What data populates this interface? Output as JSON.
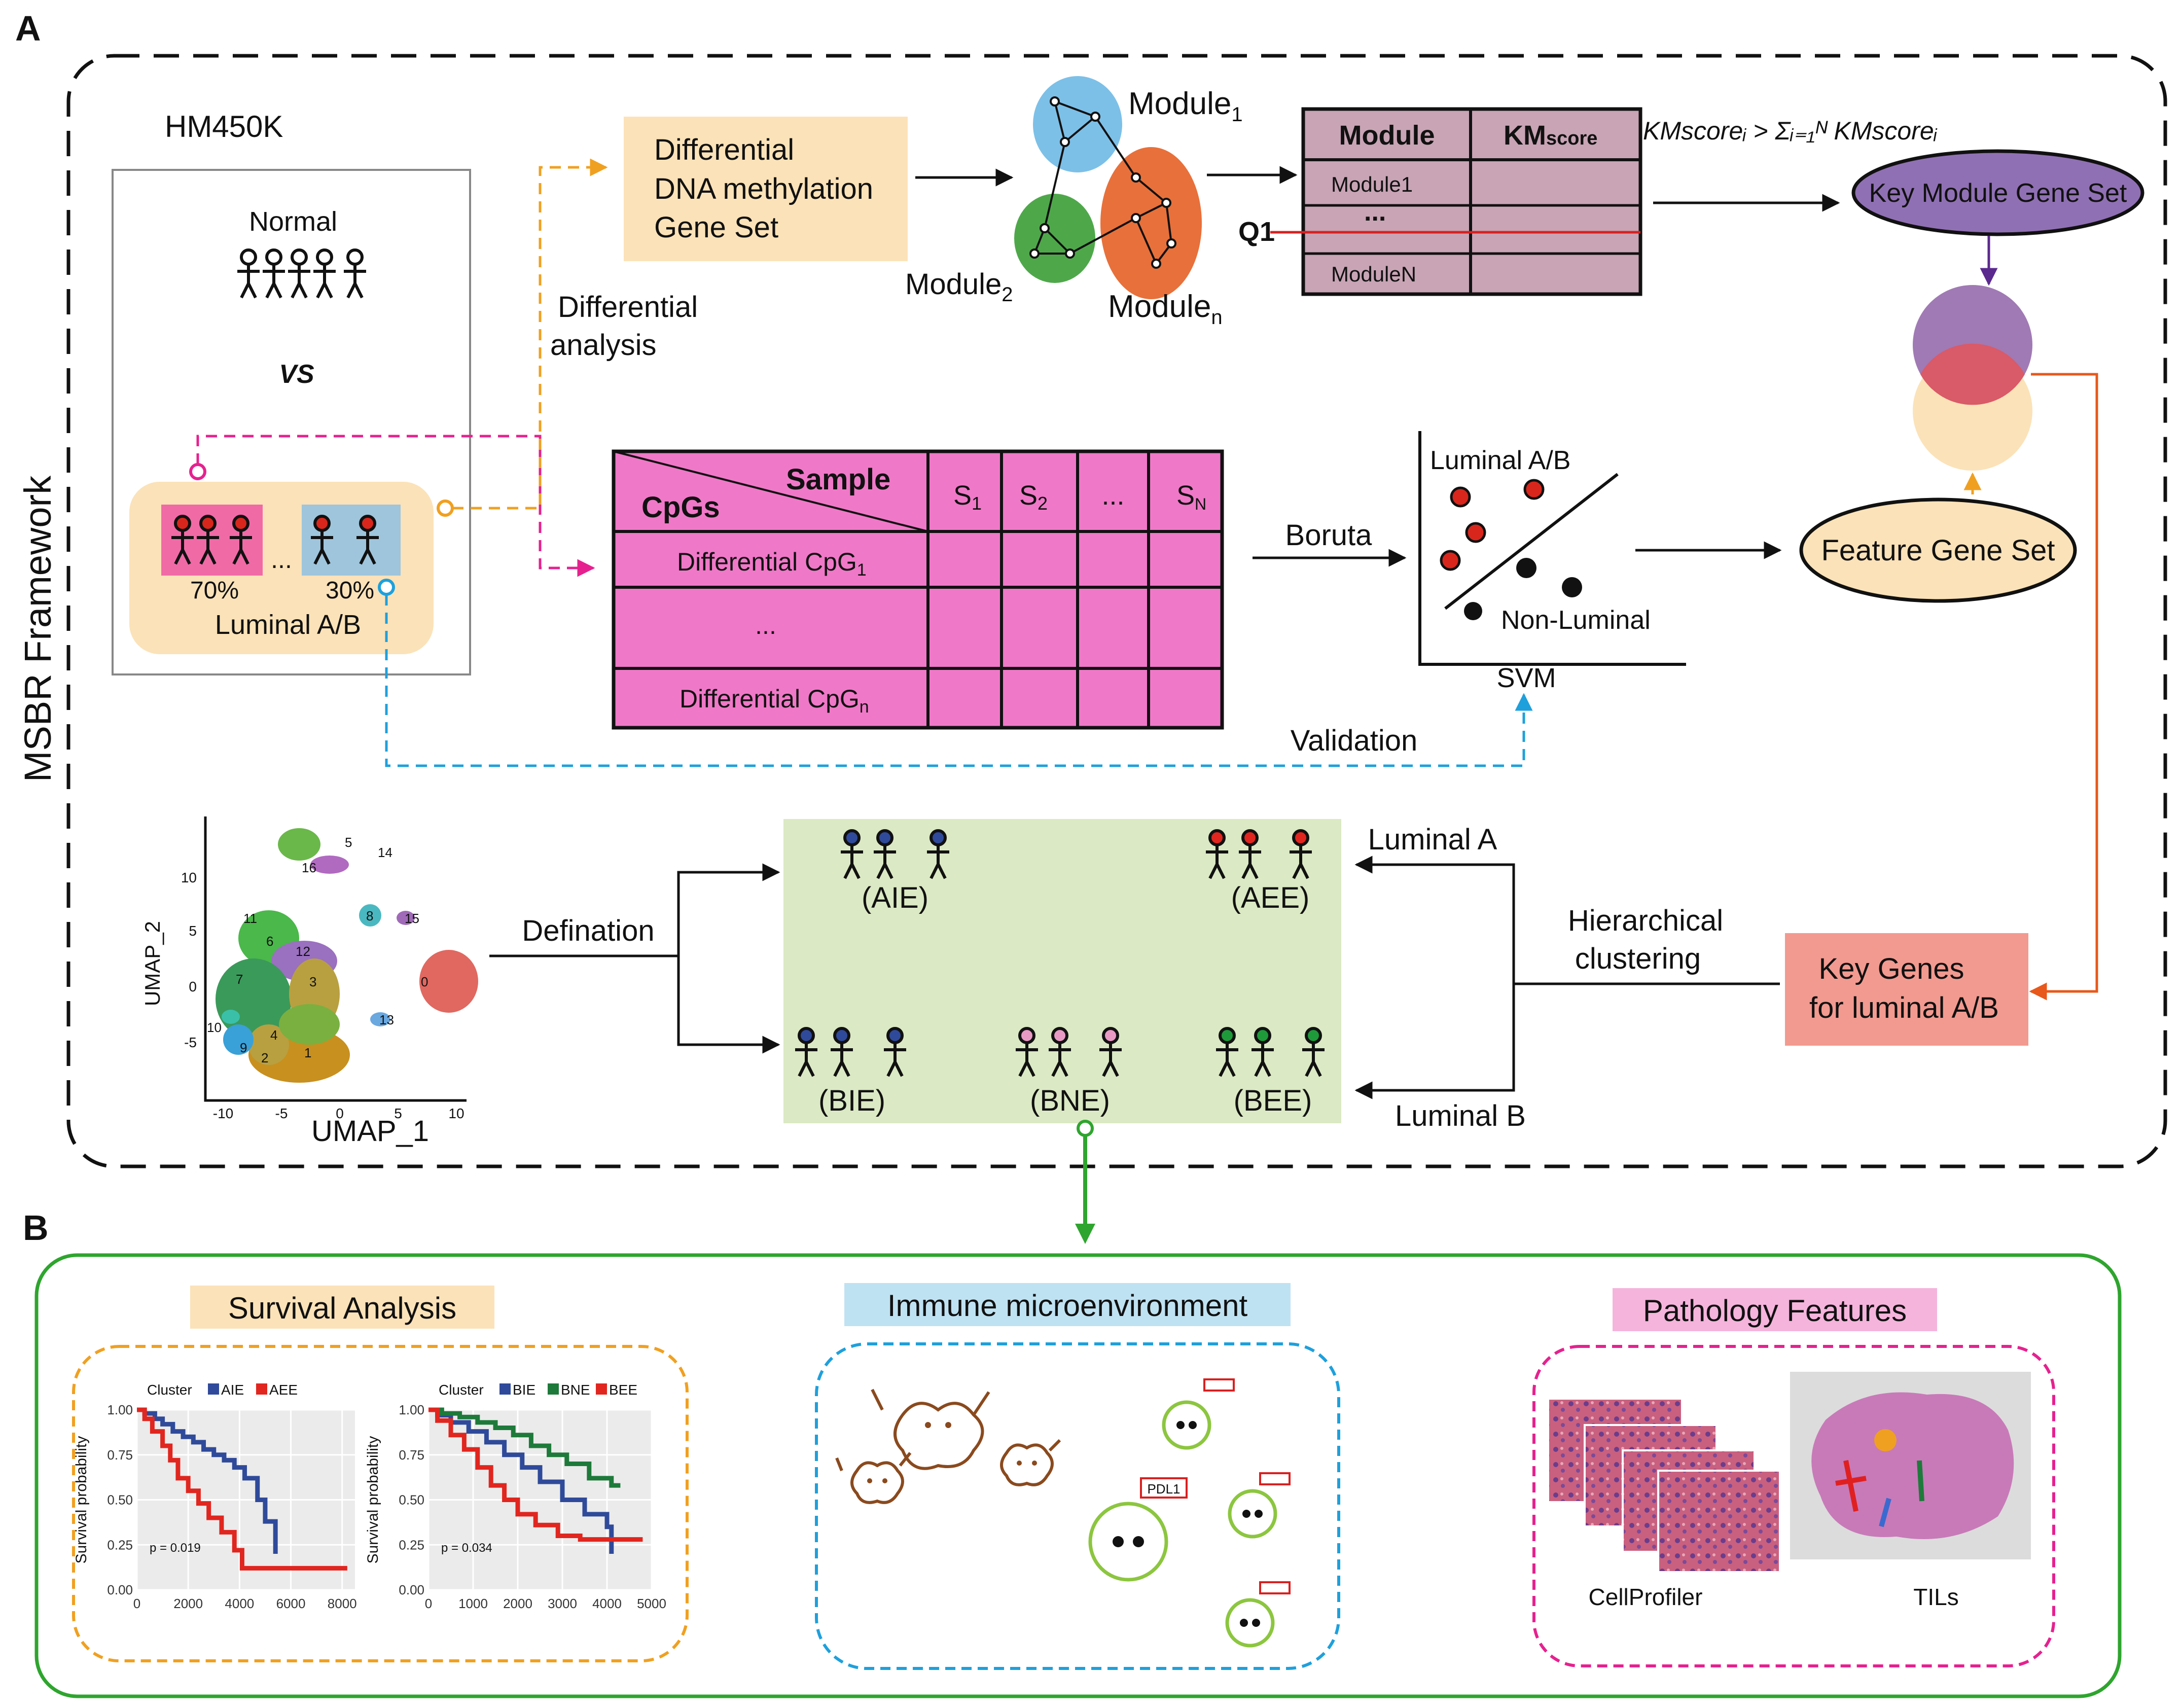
{
  "panel_a": {
    "letter": "A",
    "framework_label": "MSBR Framework",
    "hm450k": "HM450K",
    "normal": "Normal",
    "vs": "VS",
    "luminal_ab": "Luminal A/B",
    "pct70": "70%",
    "pct30": "30%",
    "ellipsis": "...",
    "diff_analysis_1": "Differential",
    "diff_analysis_2": "analysis",
    "dmg_1": "Differential",
    "dmg_2": "DNA methylation",
    "dmg_3": "Gene Set",
    "module1_main": "Module",
    "module1_sub": "1",
    "module2_main": "Module",
    "module2_sub": "2",
    "modulen_main": "Module",
    "modulen_sub": "n",
    "table_module_header": "Module",
    "table_kms_main": "KM",
    "table_kms_sub": "score",
    "table_row1": "Module1",
    "table_row_dots": "...",
    "table_rown": "ModuleN",
    "q1": "Q1",
    "formula": "KMscoreᵢ > Σᵢ₌₁ᴺ KMscoreᵢ",
    "key_module_gene_set": "Key Module Gene Set",
    "cpg_sample": "Sample",
    "cpg_cpgs": "CpGs",
    "s1_main": "S",
    "s1_sub": "1",
    "s2_main": "S",
    "s2_sub": "2",
    "s_dots": "...",
    "sn_main": "S",
    "sn_sub": "N",
    "diff_cpg1_main": "Differential CpG",
    "diff_cpg1_sub": "1",
    "diff_cpg_dots": "...",
    "diff_cpgn_main": "Differential CpG",
    "diff_cpgn_sub": "n",
    "boruta": "Boruta",
    "svm_luminal": "Luminal A/B",
    "svm_nonluminal": "Non-Luminal",
    "svm": "SVM",
    "validation": "Validation",
    "feature_gene_set": "Feature Gene Set",
    "key_genes_1": "Key Genes",
    "key_genes_2": "for luminal A/B",
    "hier_1": "Hierarchical",
    "hier_2": "clustering",
    "luminal_a": "Luminal A",
    "luminal_b": "Luminal B",
    "defination": "Defination",
    "aie": "(AIE)",
    "aee": "(AEE)",
    "bie": "(BIE)",
    "bne": "(BNE)",
    "bee": "(BEE)",
    "umap_x": "UMAP_1",
    "umap_y": "UMAP_2",
    "umap_yticks": [
      "10",
      "5",
      "0",
      "-5"
    ],
    "umap_xticks": [
      "-10",
      "-5",
      "0",
      "5",
      "10"
    ],
    "umap_clusters": [
      "5",
      "14",
      "16",
      "11",
      "8",
      "15",
      "6",
      "12",
      "7",
      "3",
      "0",
      "9",
      "13",
      "10",
      "4",
      "2",
      "1"
    ]
  },
  "panel_b": {
    "letter": "B",
    "survival_title": "Survival Analysis",
    "immune_title": "Immune microenvironment",
    "pathology_title": "Pathology Features",
    "cellprofiler": "CellProfiler",
    "tils": "TILs",
    "pdl1": "PDL1"
  },
  "colors": {
    "aie_blue": "#2f4a9a",
    "aee_red": "#e0261f",
    "bne_green": "#1e7a3a",
    "magenta": "#e6218f",
    "orange": "#f0a020",
    "cyan": "#1ea0dc",
    "pink_table": "#f078c8",
    "green_box": "#dbe9c4",
    "key_genes_box": "#f29a90",
    "peach": "#fbe2b8",
    "purple_ellipse": "#a07ab4"
  },
  "chart_data": [
    {
      "type": "line",
      "legend_title": "Cluster",
      "series": [
        {
          "name": "AIE",
          "color": "#2f4a9a",
          "x": [
            0,
            300,
            700,
            1000,
            1400,
            1800,
            2200,
            2600,
            3000,
            3400,
            3800,
            4200,
            4700,
            5000,
            5400
          ],
          "y": [
            1.0,
            0.98,
            0.95,
            0.92,
            0.88,
            0.85,
            0.82,
            0.78,
            0.75,
            0.72,
            0.68,
            0.62,
            0.5,
            0.38,
            0.2
          ]
        },
        {
          "name": "AEE",
          "color": "#e0261f",
          "x": [
            0,
            300,
            600,
            1000,
            1300,
            1600,
            2000,
            2400,
            2800,
            3300,
            3800,
            4100,
            4300,
            8200
          ],
          "y": [
            1.0,
            0.95,
            0.88,
            0.8,
            0.72,
            0.62,
            0.55,
            0.48,
            0.4,
            0.32,
            0.22,
            0.12,
            0.12,
            0.12
          ]
        }
      ],
      "xlim": [
        0,
        8500
      ],
      "ylim": [
        0,
        1
      ],
      "xticks": [
        0,
        2000,
        4000,
        6000,
        8000
      ],
      "yticks": [
        0.0,
        0.25,
        0.5,
        0.75,
        1.0
      ],
      "ytick_labels": [
        "0.00",
        "0.25",
        "0.50",
        "0.75",
        "1.00"
      ],
      "ylabel": "Survival probability",
      "annotation": "p = 0.019"
    },
    {
      "type": "line",
      "legend_title": "Cluster",
      "series": [
        {
          "name": "BIE",
          "color": "#2f4a9a",
          "x": [
            0,
            200,
            500,
            900,
            1300,
            1700,
            2100,
            2500,
            3000,
            3500,
            4000,
            4100
          ],
          "y": [
            1.0,
            0.97,
            0.93,
            0.88,
            0.82,
            0.75,
            0.68,
            0.6,
            0.5,
            0.42,
            0.35,
            0.2
          ]
        },
        {
          "name": "BNE",
          "color": "#1e7a3a",
          "x": [
            0,
            300,
            700,
            1100,
            1500,
            1900,
            2300,
            2700,
            3100,
            3600,
            4100,
            4300
          ],
          "y": [
            1.0,
            0.98,
            0.96,
            0.93,
            0.9,
            0.86,
            0.8,
            0.75,
            0.7,
            0.62,
            0.58,
            0.58
          ]
        },
        {
          "name": "BEE",
          "color": "#e0261f",
          "x": [
            0,
            200,
            500,
            800,
            1100,
            1400,
            1700,
            2000,
            2400,
            2900,
            3400,
            4000,
            4800
          ],
          "y": [
            1.0,
            0.94,
            0.86,
            0.78,
            0.68,
            0.58,
            0.5,
            0.42,
            0.36,
            0.3,
            0.28,
            0.28,
            0.28
          ]
        }
      ],
      "xlim": [
        0,
        5000
      ],
      "ylim": [
        0,
        1
      ],
      "xticks": [
        0,
        1000,
        2000,
        3000,
        4000,
        5000
      ],
      "yticks": [
        0.0,
        0.25,
        0.5,
        0.75,
        1.0
      ],
      "ytick_labels": [
        "0.00",
        "0.25",
        "0.50",
        "0.75",
        "1.00"
      ],
      "ylabel": "Survival probability",
      "annotation": "p = 0.034"
    }
  ]
}
